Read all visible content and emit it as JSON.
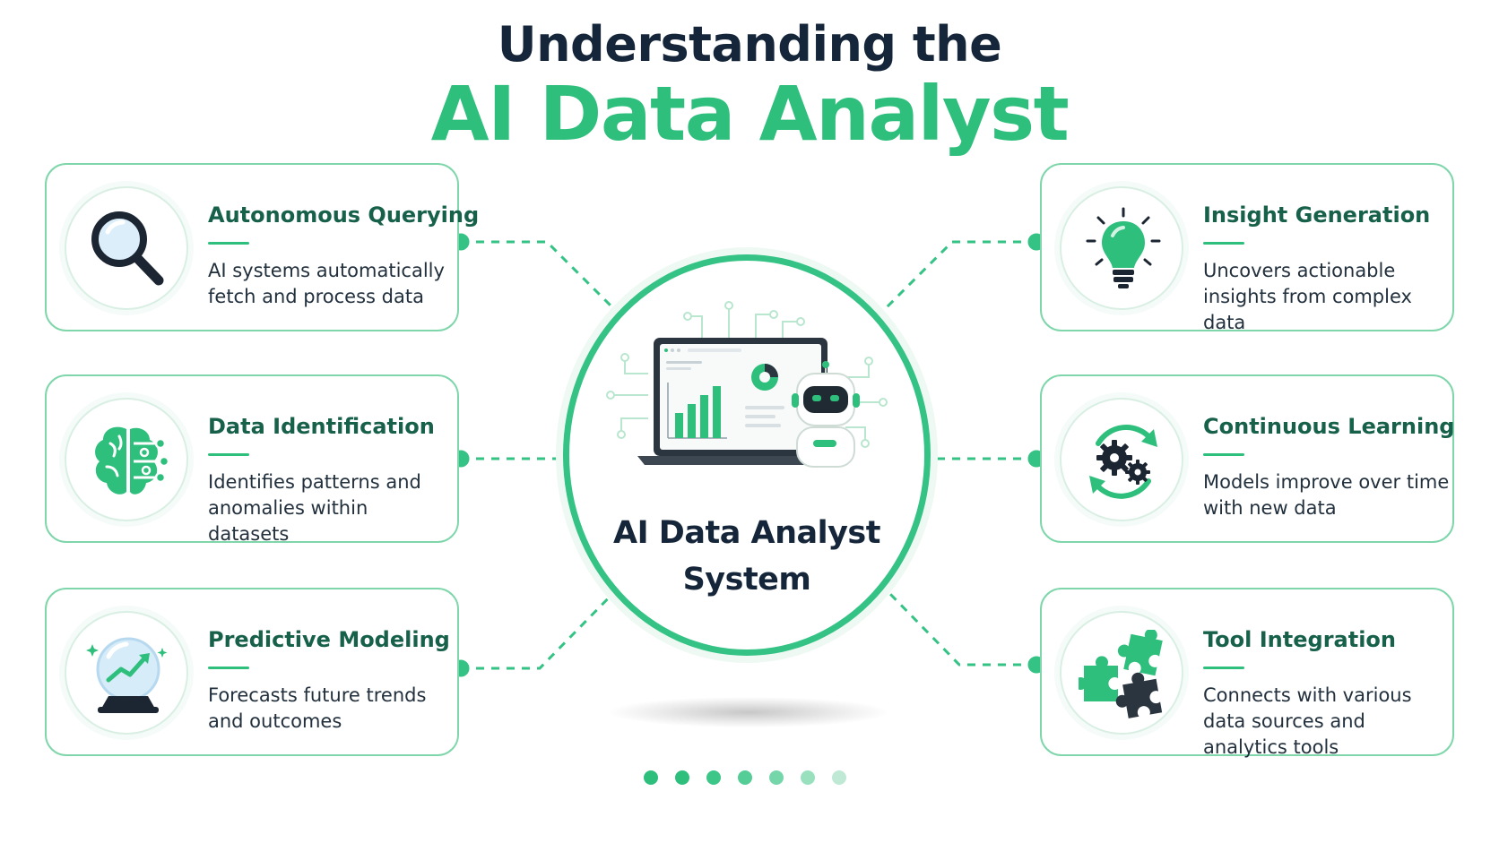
{
  "header": {
    "title_top": "Understanding the",
    "title_main": "AI Data Analyst"
  },
  "center": {
    "title_line1": "AI Data Analyst",
    "title_line2": "System",
    "illustration_icons": [
      "laptop-dashboard-icon",
      "robot-icon",
      "circuit-icon"
    ]
  },
  "cards_left": [
    {
      "title": "Autonomous Querying",
      "description": "AI systems automatically fetch and process data",
      "icon": "magnifier-icon"
    },
    {
      "title": "Data Identification",
      "description": "Identifies patterns and anomalies within datasets",
      "icon": "brain-circuit-icon"
    },
    {
      "title": "Predictive Modeling",
      "description": "Forecasts future trends and outcomes",
      "icon": "crystal-ball-icon"
    }
  ],
  "cards_right": [
    {
      "title": "Insight Generation",
      "description": "Uncovers actionable insights from complex data",
      "icon": "lightbulb-icon"
    },
    {
      "title": "Continuous Learning",
      "description": "Models improve over time with new data",
      "icon": "gears-cycle-icon"
    },
    {
      "title": "Tool Integration",
      "description": "Connects with various data sources and analytics tools",
      "icon": "puzzle-icon"
    }
  ],
  "pagination": {
    "dot_colors": [
      "#2fbf7c",
      "#2fbf7c",
      "#3cc688",
      "#55cd96",
      "#75d6a9",
      "#99e0bf",
      "#bfe9d5"
    ]
  },
  "colors": {
    "accent": "#2fbf7c",
    "dark_text": "#16263a",
    "card_title": "#17604a",
    "card_border": "#7fd6ab"
  }
}
